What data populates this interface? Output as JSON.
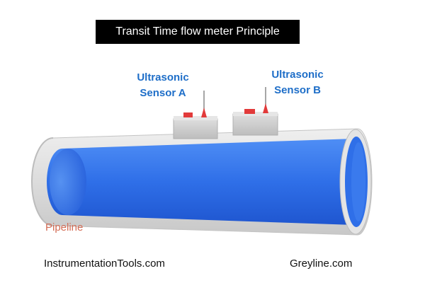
{
  "title": "Transit Time flow meter Principle",
  "sensors": [
    {
      "line1": "Ultrasonic",
      "line2": "Sensor A"
    },
    {
      "line1": "Ultrasonic",
      "line2": "Sensor B"
    }
  ],
  "pipeline_label": "Pipeline",
  "credits": {
    "left": "InstrumentationTools.com",
    "right": "Greyline.com"
  },
  "colors": {
    "sensor_label": "#1e6ec8",
    "pipeline_label": "#d36c55",
    "fluid": "#2f6fe8",
    "pipe_wall": "#d8d8d8",
    "sensor_body": "#cfcfcf",
    "sensor_cap": "#e23a3a"
  }
}
